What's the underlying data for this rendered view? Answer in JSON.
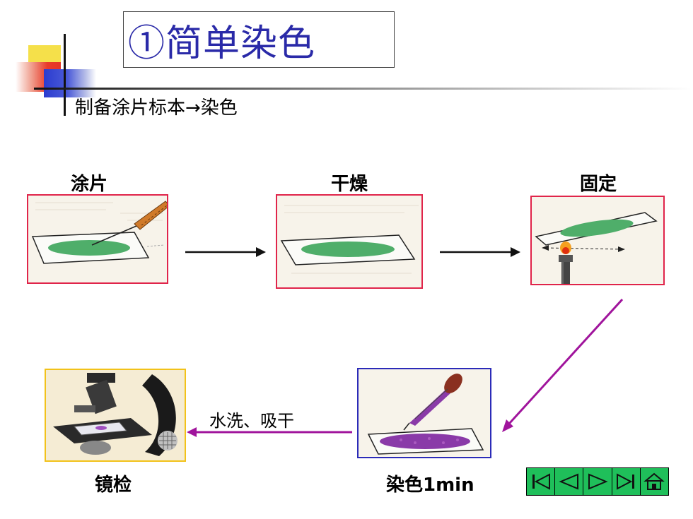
{
  "slide": {
    "title": "①简单染色",
    "subtitle": "制备涂片标本→染色"
  },
  "steps": {
    "smear": "涂片",
    "dry": "干燥",
    "fix": "固定",
    "stain": "染色1min",
    "inspect": "镜检"
  },
  "arrow_labels": {
    "wash_dry": "水洗、吸干"
  },
  "colors": {
    "title": "#2a2aa8",
    "red_frame": "#e0244a",
    "blue_frame": "#2b2bb8",
    "yellow_frame": "#f2c21a",
    "purple_arrow": "#a0149c",
    "nav_green": "#1fbf5a"
  },
  "nav": {
    "buttons": [
      "first-icon",
      "previous-icon",
      "next-icon",
      "last-icon",
      "home-icon"
    ]
  }
}
